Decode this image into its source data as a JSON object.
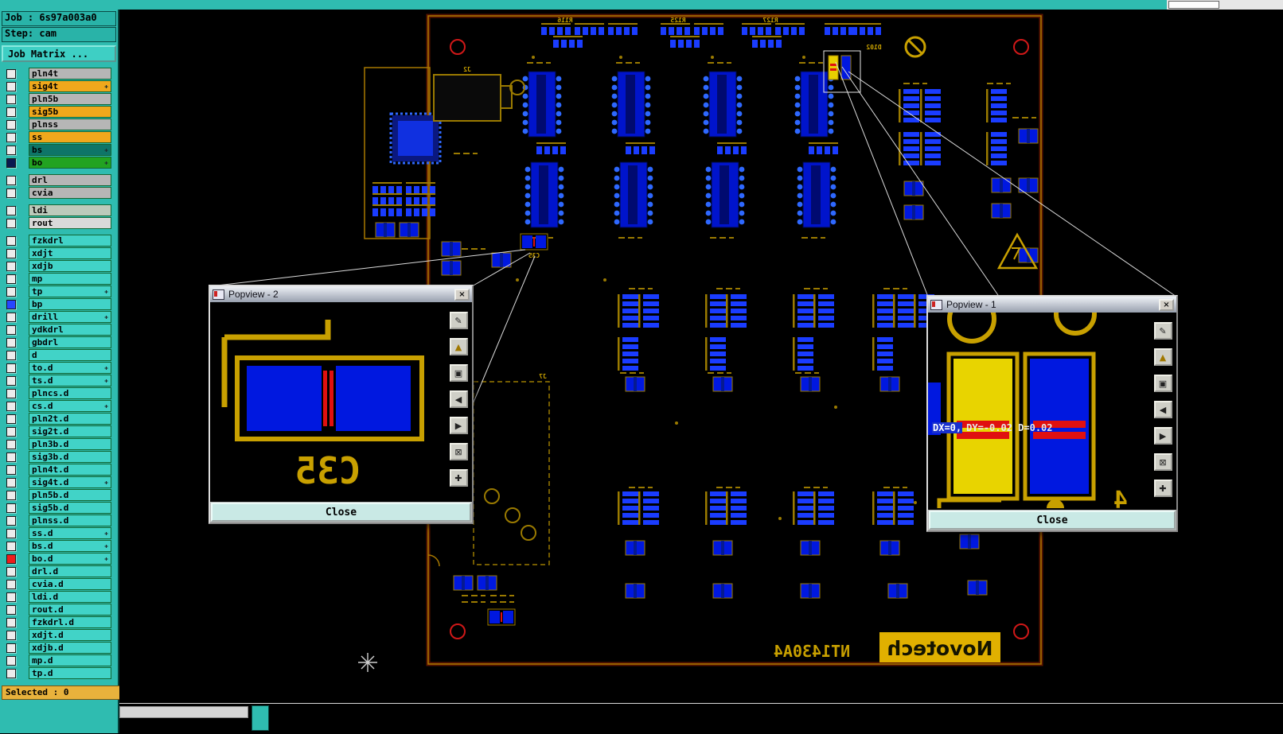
{
  "sidebar": {
    "job_label": "Job : 6s97a003a0",
    "step_label": "Step: cam",
    "job_matrix_button": "Job Matrix ...",
    "selected_label": "Selected : 0"
  },
  "icons": {
    "layer_mark": "✚",
    "close_x": "×"
  },
  "layers": [
    {
      "name": "pln4t",
      "bg": "gray",
      "cb": "white"
    },
    {
      "name": "sig4t",
      "bg": "orange",
      "cb": "white",
      "icon": true
    },
    {
      "name": "pln5b",
      "bg": "gray",
      "cb": "white"
    },
    {
      "name": "sig5b",
      "bg": "orange",
      "cb": "white"
    },
    {
      "name": "plnss",
      "bg": "gray",
      "cb": "white"
    },
    {
      "name": "ss",
      "bg": "orange",
      "cb": "white"
    },
    {
      "name": "bs",
      "bg": "darkteal",
      "cb": "white",
      "icon": true
    },
    {
      "name": "bo",
      "bg": "green",
      "cb": "navy",
      "icon": true
    },
    {
      "spacer": true
    },
    {
      "name": "drl",
      "bg": "gray",
      "cb": "white"
    },
    {
      "name": "cvia",
      "bg": "gray",
      "cb": "white"
    },
    {
      "spacer": true
    },
    {
      "name": "ldi",
      "bg": "sage",
      "cb": "white"
    },
    {
      "name": "rout",
      "bg": "light",
      "cb": "white"
    },
    {
      "spacer": true
    },
    {
      "name": "fzkdrl",
      "bg": "teal",
      "cb": "white"
    },
    {
      "name": "xdjt",
      "bg": "teal",
      "cb": "white"
    },
    {
      "name": "xdjb",
      "bg": "teal",
      "cb": "white"
    },
    {
      "name": "mp",
      "bg": "teal",
      "cb": "white"
    },
    {
      "name": "tp",
      "bg": "teal",
      "cb": "white",
      "icon": true
    },
    {
      "name": "bp",
      "bg": "teal",
      "cb": "blue"
    },
    {
      "name": "drill",
      "bg": "teal",
      "cb": "white",
      "icon": true
    },
    {
      "name": "ydkdrl",
      "bg": "teal",
      "cb": "white"
    },
    {
      "name": "gbdrl",
      "bg": "teal",
      "cb": "white"
    },
    {
      "name": "d",
      "bg": "teal",
      "cb": "white"
    },
    {
      "name": "to.d",
      "bg": "teal",
      "cb": "white",
      "icon": true
    },
    {
      "name": "ts.d",
      "bg": "teal",
      "cb": "white",
      "icon": true
    },
    {
      "name": "plncs.d",
      "bg": "teal",
      "cb": "white"
    },
    {
      "name": "cs.d",
      "bg": "teal",
      "cb": "white",
      "icon": true
    },
    {
      "name": "pln2t.d",
      "bg": "teal",
      "cb": "white"
    },
    {
      "name": "sig2t.d",
      "bg": "teal",
      "cb": "white"
    },
    {
      "name": "pln3b.d",
      "bg": "teal",
      "cb": "white"
    },
    {
      "name": "sig3b.d",
      "bg": "teal",
      "cb": "white"
    },
    {
      "name": "pln4t.d",
      "bg": "teal",
      "cb": "white"
    },
    {
      "name": "sig4t.d",
      "bg": "teal",
      "cb": "white",
      "icon": true
    },
    {
      "name": "pln5b.d",
      "bg": "teal",
      "cb": "white"
    },
    {
      "name": "sig5b.d",
      "bg": "teal",
      "cb": "white"
    },
    {
      "name": "plnss.d",
      "bg": "teal",
      "cb": "white"
    },
    {
      "name": "ss.d",
      "bg": "teal",
      "cb": "white",
      "icon": true
    },
    {
      "name": "bs.d",
      "bg": "teal",
      "cb": "white",
      "icon": true
    },
    {
      "name": "bo.d",
      "bg": "teal",
      "cb": "red",
      "icon": true
    },
    {
      "name": "drl.d",
      "bg": "teal",
      "cb": "white"
    },
    {
      "name": "cvia.d",
      "bg": "teal",
      "cb": "white"
    },
    {
      "name": "ldi.d",
      "bg": "teal",
      "cb": "white"
    },
    {
      "name": "rout.d",
      "bg": "teal",
      "cb": "white"
    },
    {
      "name": "fzkdrl.d",
      "bg": "teal",
      "cb": "white"
    },
    {
      "name": "xdjt.d",
      "bg": "teal",
      "cb": "white"
    },
    {
      "name": "xdjb.d",
      "bg": "teal",
      "cb": "white"
    },
    {
      "name": "mp.d",
      "bg": "teal",
      "cb": "white"
    },
    {
      "name": "tp.d",
      "bg": "teal",
      "cb": "white"
    }
  ],
  "popview_tools": [
    {
      "name": "select-tool",
      "glyph": "✎"
    },
    {
      "name": "zoom-up-tool",
      "glyph": "▲",
      "color": "#a07800"
    },
    {
      "name": "copy-view-tool",
      "glyph": "▣"
    },
    {
      "name": "prev-view-tool",
      "glyph": "◀"
    },
    {
      "name": "next-view-tool",
      "glyph": "▶"
    },
    {
      "name": "zoom-fit-tool",
      "glyph": "⊠"
    },
    {
      "name": "pan-tool",
      "glyph": "✚"
    }
  ],
  "popview2": {
    "title": "Popview - 2",
    "close_button": "Close",
    "component_label": "C35"
  },
  "popview1": {
    "title": "Popview - 1",
    "close_button": "Close",
    "measurement_highlight": "DX=0,",
    "measurement_rest": "DY=-0.02 D=0.02",
    "corner_label": "4"
  },
  "board": {
    "labels": {
      "r116": "R116",
      "r125": "R125",
      "r127": "R127",
      "d102": "D102",
      "j2": "J2",
      "j7": "J7",
      "c35": "C35",
      "part_number": "NT1430A4",
      "brand": "Novotech"
    }
  }
}
